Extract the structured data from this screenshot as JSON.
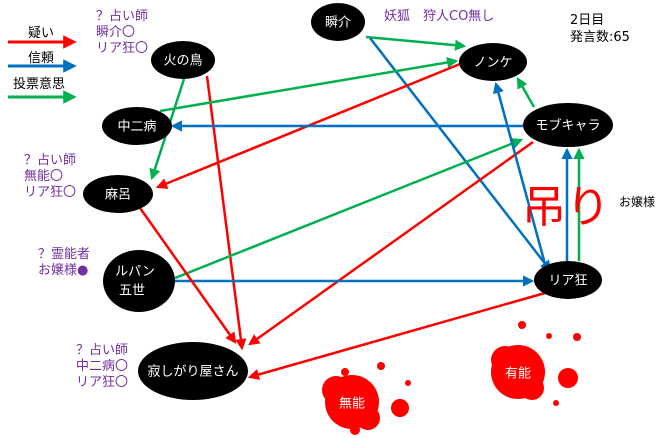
{
  "legend": {
    "suspicion": "疑い",
    "trust": "信頼",
    "vote_intent": "投票意思"
  },
  "colors": {
    "suspicion": "#ff0000",
    "trust": "#0070c0",
    "vote_intent": "#00b050",
    "annotation": "#7030a0"
  },
  "nodes": {
    "hinotori": "火の鳥",
    "shunsuke": "瞬介",
    "nonke": "ノンケ",
    "chuunibyou": "中二病",
    "mobchara": "モブキャラ",
    "maro": "麻呂",
    "lupin_line1": "ルパン",
    "lupin_line2": "五世",
    "riakyou": "リア狂",
    "sabishigariya": "寂しがり屋さん",
    "munou": "無能",
    "yuunou": "有能"
  },
  "annotations": {
    "hinotori_note": "？占い師\n瞬介〇\nリア狂〇",
    "maro_note": "？占い師\n無能〇\nリア狂〇",
    "lupin_note": "？霊能者\nお嬢様●",
    "sabishigariya_note": "？占い師\n中二病〇\nリア狂〇",
    "shunsuke_note": "妖狐　狩人CO無し"
  },
  "status": {
    "day": "2日目",
    "post_count": "発言数:65"
  },
  "execution": {
    "label": "吊り",
    "target": "お嬢様"
  }
}
